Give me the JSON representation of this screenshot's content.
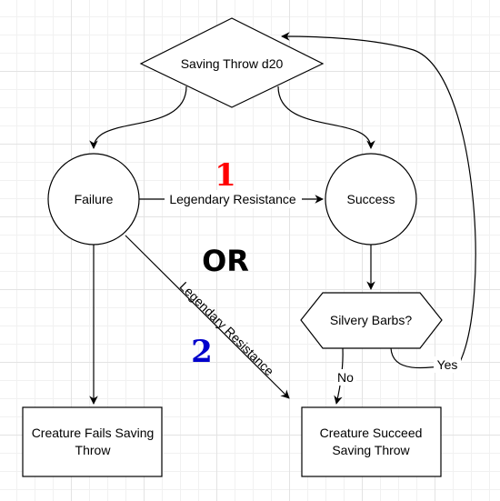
{
  "nodes": {
    "saving_throw": "Saving Throw d20",
    "failure": "Failure",
    "success": "Success",
    "silvery_barbs": "Silvery Barbs?",
    "creature_fails": [
      "Creature Fails Saving",
      "Throw"
    ],
    "creature_succeeds": [
      "Creature Succeed",
      "Saving Throw"
    ]
  },
  "edges": {
    "legendary_resistance_1": "Legendary Resistance",
    "legendary_resistance_2": "Legendary Resistance",
    "no": "No",
    "yes": "Yes"
  },
  "annotations": {
    "option_1": "1",
    "option_2": "2",
    "or": "OR"
  },
  "colors": {
    "option_1": "#ff0000",
    "option_2": "#0000cc",
    "stroke": "#000000"
  }
}
